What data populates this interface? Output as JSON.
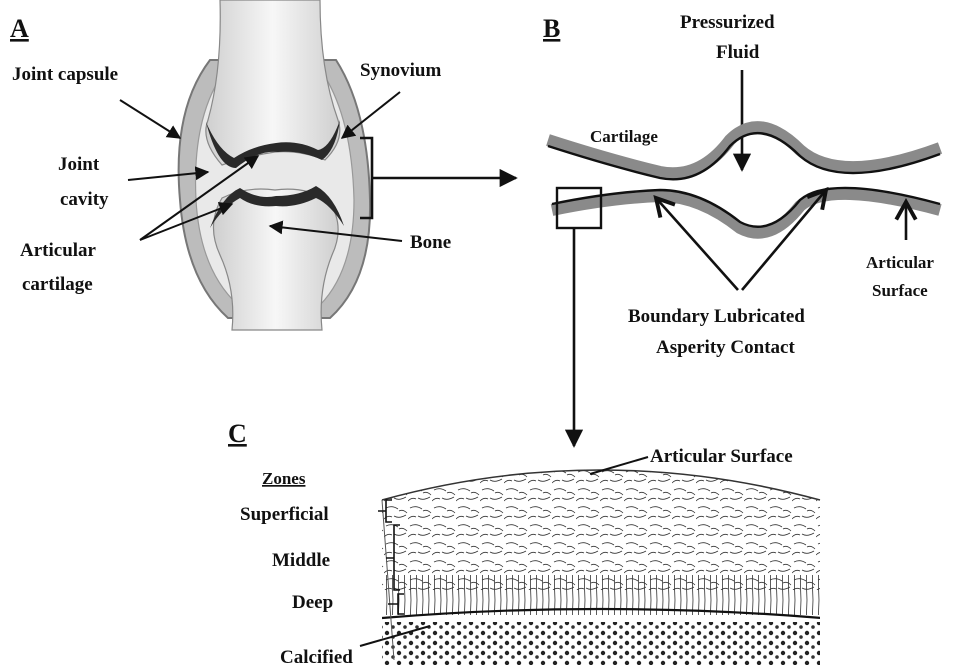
{
  "panels": {
    "a": "A",
    "b": "B",
    "c": "C"
  },
  "panel_a": {
    "joint_capsule": "Joint capsule",
    "synovium": "Synovium",
    "joint_cavity_1": "Joint",
    "joint_cavity_2": "cavity",
    "articular_cartilage_1": "Articular",
    "articular_cartilage_2": "cartilage",
    "bone": "Bone"
  },
  "panel_b": {
    "pressurized_1": "Pressurized",
    "pressurized_2": "Fluid",
    "cartilage": "Cartilage",
    "articular_1": "Articular",
    "articular_2": "Surface",
    "boundary_1": "Boundary Lubricated",
    "boundary_2": "Asperity Contact"
  },
  "panel_c": {
    "articular_surface": "Articular Surface",
    "zones_title": "Zones",
    "superficial": "Superficial",
    "middle": "Middle",
    "deep": "Deep",
    "calcified": "Calcified"
  },
  "colors": {
    "ink": "#111111",
    "cartilage_gray": "#8a8a8a",
    "capsule_gray": "#b9b9b9"
  }
}
